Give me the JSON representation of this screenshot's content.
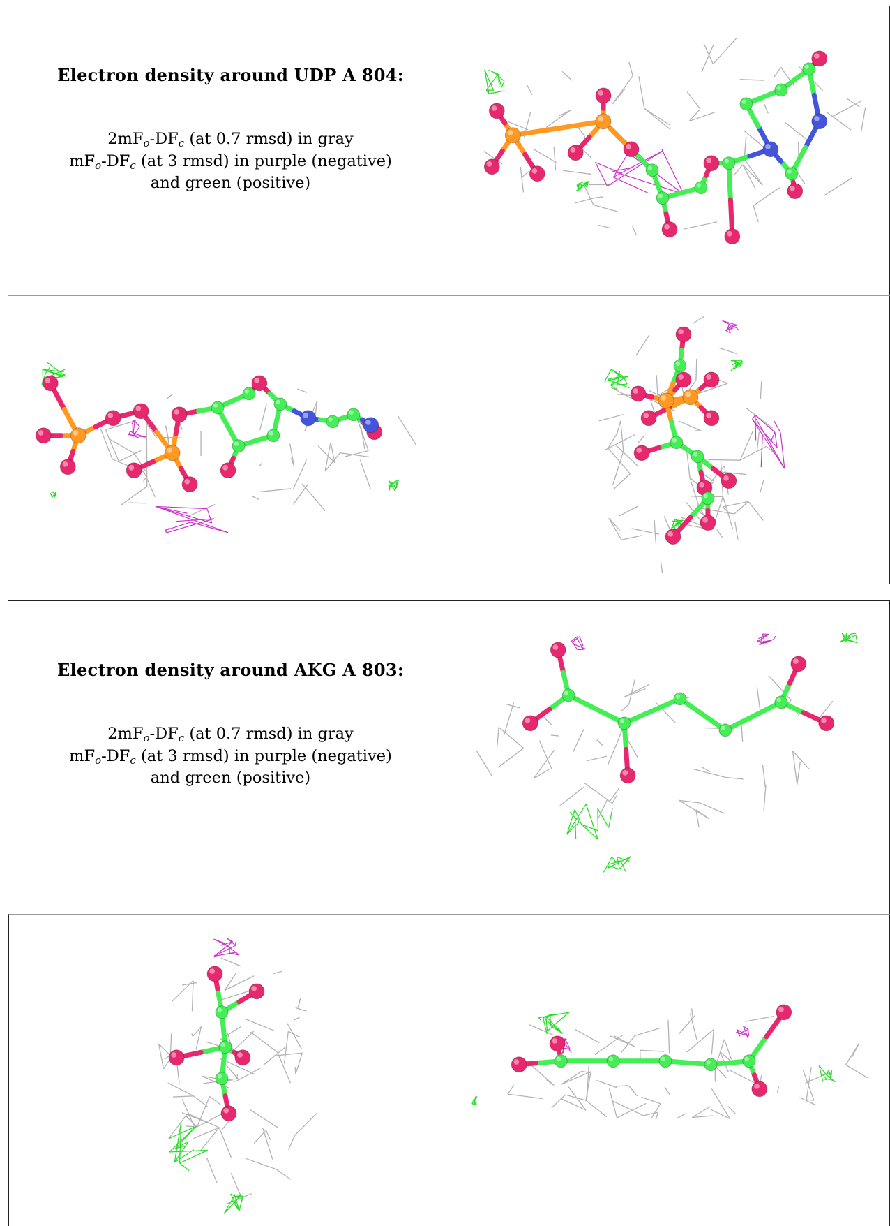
{
  "panels": [
    {
      "title": "Electron density around UDP A 804:",
      "legend_lines": [
        {
          "prefix": "2mF",
          "sub1": "o",
          "mid": "-DF",
          "sub2": "c",
          "suffix": " (at 0.7 rmsd) in gray"
        },
        {
          "prefix": "mF",
          "sub1": "o",
          "mid": "-DF",
          "sub2": "c",
          "suffix": " (at 3 rmsd) in purple (negative)"
        },
        {
          "text": "and green (positive)"
        }
      ],
      "views": [
        "view-1",
        "view-2",
        "view-3"
      ]
    },
    {
      "title": "Electron density around AKG A 803:",
      "legend_lines": [
        {
          "prefix": "2mF",
          "sub1": "o",
          "mid": "-DF",
          "sub2": "c",
          "suffix": " (at 0.7 rmsd) in gray"
        },
        {
          "prefix": "mF",
          "sub1": "o",
          "mid": "-DF",
          "sub2": "c",
          "suffix": " (at 3 rmsd) in purple (negative)"
        },
        {
          "text": "and green (positive)"
        }
      ],
      "views": [
        "view-1",
        "view-2",
        "view-3"
      ]
    }
  ],
  "colors": {
    "mesh_2fofc": "#b3b3b3",
    "difference_negative": "#cc33cc",
    "difference_positive": "#22dd22",
    "carbon": "#44ee55",
    "oxygen": "#e8286e",
    "nitrogen": "#4455dd",
    "phosphorus": "#ff9922"
  }
}
